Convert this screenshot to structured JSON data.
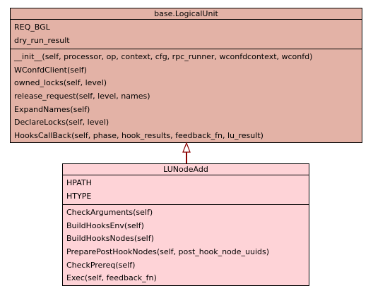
{
  "base_class": {
    "name": "base.LogicalUnit",
    "attributes": [
      "REQ_BGL",
      "dry_run_result"
    ],
    "methods": [
      "__init__(self, processor, op, context, cfg, rpc_runner, wconfdcontext, wconfd)",
      "WConfdClient(self)",
      "owned_locks(self, level)",
      "release_request(self, level, names)",
      "ExpandNames(self)",
      "DeclareLocks(self, level)",
      "HooksCallBack(self, phase, hook_results, feedback_fn, lu_result)"
    ],
    "fill": "#e3b2a6"
  },
  "sub_class": {
    "name": "LUNodeAdd",
    "attributes": [
      "HPATH",
      "HTYPE"
    ],
    "methods": [
      "CheckArguments(self)",
      "BuildHooksEnv(self)",
      "BuildHooksNodes(self)",
      "PreparePostHookNodes(self, post_hook_node_uuids)",
      "CheckPrereq(self)",
      "Exec(self, feedback_fn)"
    ],
    "fill": "#fed3d7"
  },
  "inheritance_color": "#8b0000"
}
